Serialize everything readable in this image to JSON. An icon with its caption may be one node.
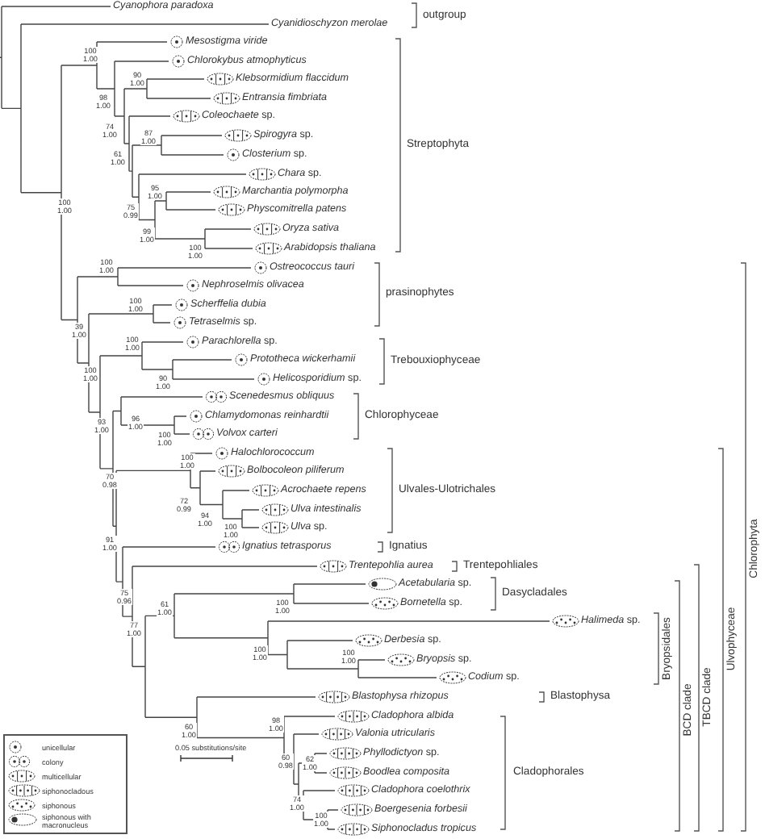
{
  "diagram": {
    "labels": [
      "Cyanophora paradoxa",
      "outgroup",
      "Cyanidioschyzon merolae",
      "100 1.00",
      "Mesostigma viride",
      "Chlorokybus atmophyticus",
      "90 1.00",
      "Klebsormidium flaccidum",
      "98 1.00",
      "Entransia fimbriata",
      "*Coleochaete* sp.",
      "74 1.00",
      "87 1.00",
      "*Spirogyra* sp.",
      "Streptophyta",
      "61 1.00",
      "*Closterium* sp.",
      "*Chara* sp.",
      "95 1.00",
      "Marchantia polymorpha",
      "100 1.00",
      "75 0.99",
      "Physcomitrella patens",
      "99 1.00",
      "Oryza sativa",
      "100 1.00",
      "Arabidopsis thaliana",
      "100 1.00",
      "Ostreococcus tauri",
      "Nephroselmis olivacea",
      "prasinophytes",
      "100 1.00",
      "Scherffelia dubia",
      "39 1.00",
      "*Tetraselmis* sp.",
      "100 1.00",
      "*Parachlorella* sp.",
      "Prototheca wickerhamii",
      "Trebouxiophyceae",
      "100 1.00",
      "90 1.00",
      "*Helicosporidium* sp.",
      "Scenedesmus obliquus",
      "96 1.00",
      "Chlamydomonas reinhardtii",
      "Chlorophyceae",
      "93 1.00",
      "100 1.00",
      "Volvox carteri",
      "100 1.00",
      "Halochlorococcum",
      "Bolbocoleon piliferum",
      "70 0.98",
      "Acrochaete repens",
      "Ulvales-Ulotrichales",
      "72 0.99",
      "Ulva intestinalis",
      "94 1.00",
      "100 1.00",
      "*Ulva* sp.",
      "91 1.00",
      "Ignatius tetrasporus",
      "Ignatius",
      "Trentepohlia aurea",
      "Trentepohliales",
      "*Acetabularia* sp.",
      "75 0.96",
      "Dasycladales",
      "61 1.00",
      "100 1.00",
      "*Bornetella* sp.",
      "*Halimeda* sp.",
      "77 1.00",
      "Bryopsidales",
      "*Derbesia* sp.",
      "100 1.00",
      "100 1.00",
      "*Bryopsis* sp.",
      "*Codium* sp.",
      "Blastophysa rhizopus",
      "Blastophysa",
      "BCD clade",
      "TBCD clade",
      "Ulvophyceae",
      "Chlorophyta",
      "Cladophora albida",
      "98 1.00",
      "60 1.00",
      "Valonia utricularis",
      "0.05 substitutions/site",
      "*Phyllodictyon* sp.",
      "60 0.98",
      "62 1.00",
      "Boodlea composita",
      "Cladophorales",
      "Cladophora coelothrix",
      "74 1.00",
      "Boergesenia forbesii",
      "100 1.00",
      "Siphonocladus tropicus"
    ],
    "legend": [
      {
        "text": "unicellular"
      },
      {
        "text": "colony"
      },
      {
        "text": "multicellular"
      },
      {
        "text": "siphonocladous"
      },
      {
        "text": "siphonous"
      },
      {
        "text": "siphonous with macronucleus"
      }
    ]
  }
}
